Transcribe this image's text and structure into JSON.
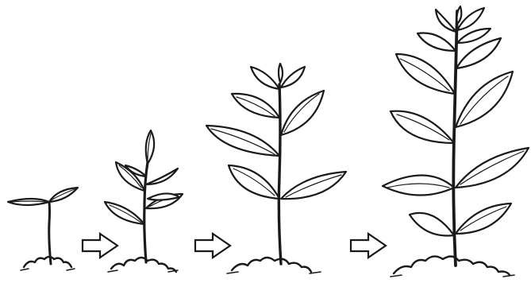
{
  "illustration": {
    "style": "black ink sketch on white",
    "ink_color": "#1a1a1a",
    "background_color": "#ffffff",
    "stages": [
      {
        "id": "seedling",
        "leaf_count": 2
      },
      {
        "id": "young-sprout",
        "leaf_count": 7
      },
      {
        "id": "growing-plant",
        "leaf_count": 8
      },
      {
        "id": "mature-plant",
        "leaf_count": 14
      }
    ],
    "arrows": [
      {
        "icon": "right-arrow-icon"
      },
      {
        "icon": "right-arrow-icon"
      },
      {
        "icon": "right-arrow-icon"
      }
    ]
  }
}
